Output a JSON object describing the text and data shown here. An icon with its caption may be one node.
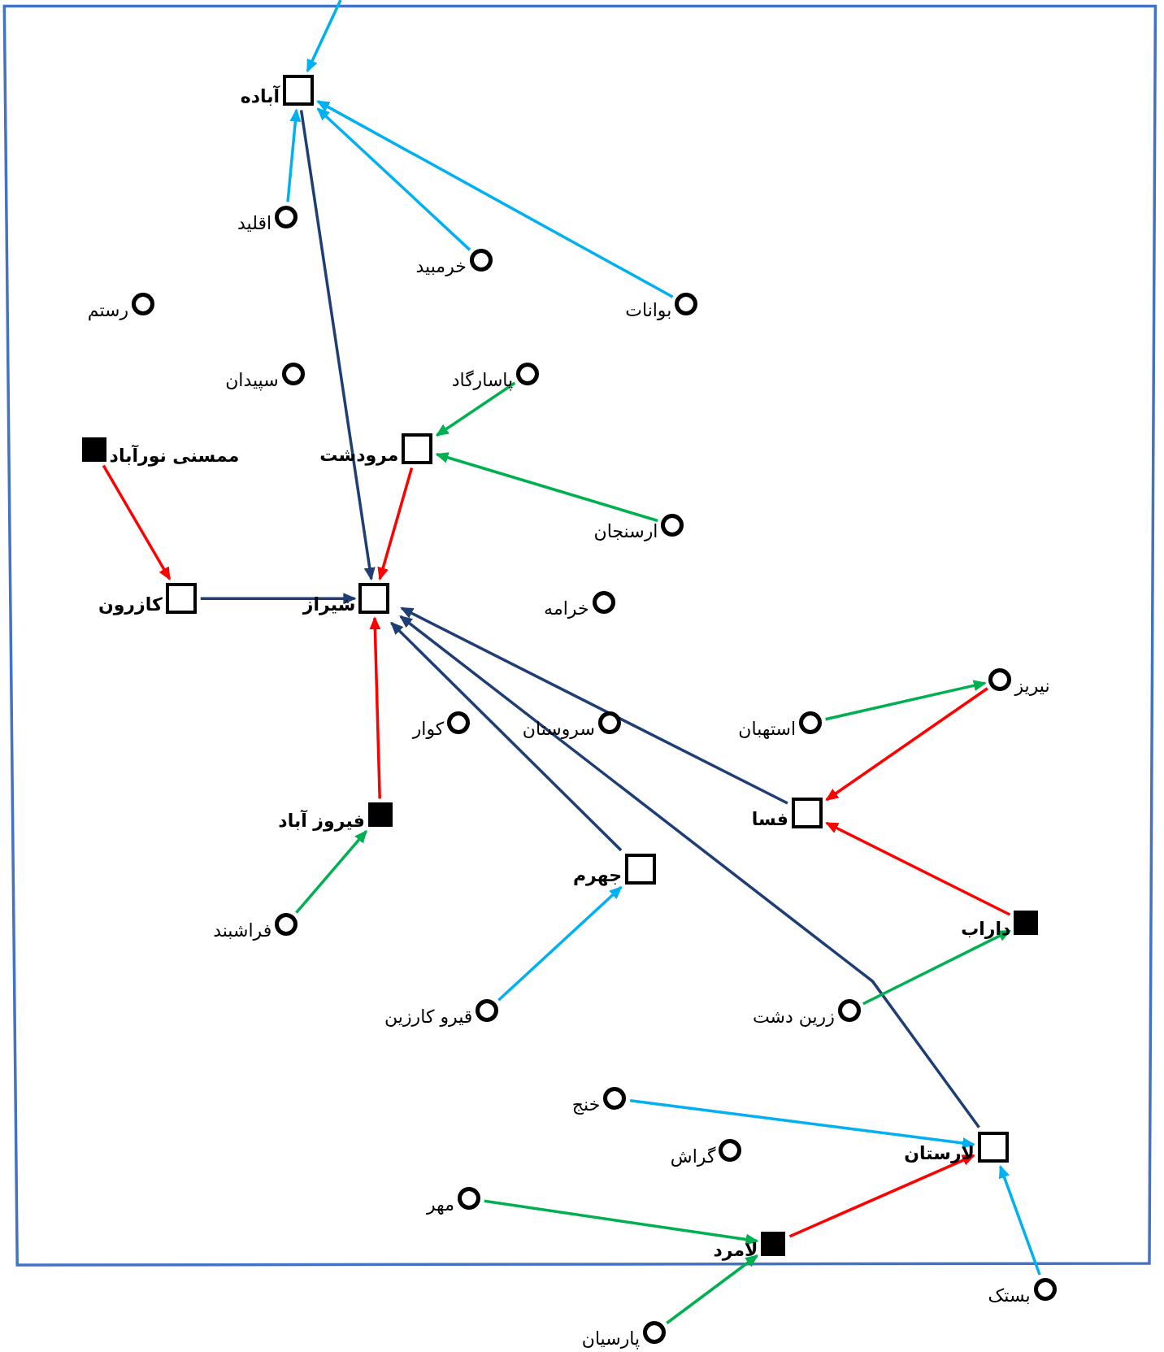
{
  "diagram": {
    "nodes": [
      {
        "text": [],
        "shape": "box",
        "beside": [
          "آباده"
        ]
      },
      {
        "text": [],
        "shape": "circle",
        "beside": [
          "اقلید"
        ]
      },
      {
        "text": [],
        "shape": "circle",
        "beside": [
          "خرمبید"
        ]
      },
      {
        "text": [],
        "shape": "circle",
        "beside": [
          "رستم"
        ]
      },
      {
        "text": [],
        "shape": "circle",
        "beside": [
          "بوانات"
        ]
      },
      {
        "text": [],
        "shape": "circle",
        "beside": [
          "سپیدان"
        ]
      },
      {
        "text": [],
        "shape": "circle",
        "beside": [
          "پاسارگاد"
        ]
      },
      {
        "text": [],
        "shape": "square",
        "beside": [
          "ممسنی نورآباد"
        ]
      },
      {
        "text": [],
        "shape": "box",
        "beside": [
          "مرودشت"
        ]
      },
      {
        "text": [],
        "shape": "circle",
        "beside": [
          "ارسنجان"
        ]
      },
      {
        "text": [],
        "shape": "box",
        "beside": [
          "کازرون"
        ]
      },
      {
        "text": [],
        "shape": "box",
        "beside": [
          "شیراز"
        ]
      },
      {
        "text": [],
        "shape": "circle",
        "beside": [
          "خرامه"
        ]
      },
      {
        "text": [],
        "shape": "circle",
        "beside": [
          "نیریز"
        ]
      },
      {
        "text": [],
        "shape": "circle",
        "beside": [
          "کوار"
        ]
      },
      {
        "text": [],
        "shape": "circle",
        "beside": [
          "سروستان"
        ]
      },
      {
        "text": [],
        "shape": "circle",
        "beside": [
          "استهبان"
        ]
      },
      {
        "text": [],
        "shape": "box",
        "beside": [
          "فسا"
        ]
      },
      {
        "text": [],
        "shape": "square",
        "beside": [
          "فیروز آباد"
        ]
      },
      {
        "text": [],
        "shape": "box",
        "beside": [
          "جهرم"
        ]
      },
      {
        "text": [],
        "shape": "square",
        "beside": [
          "داراب"
        ]
      },
      {
        "text": [],
        "shape": "circle",
        "beside": [
          "فراشبند"
        ]
      },
      {
        "text": [],
        "shape": "circle",
        "beside": [
          "قیرو کارزین"
        ]
      },
      {
        "text": [],
        "shape": "circle",
        "beside": [
          "زرین دشت"
        ]
      },
      {
        "text": [],
        "shape": "circle",
        "beside": [
          "خنج"
        ]
      },
      {
        "text": [],
        "shape": "box",
        "beside": [
          "لارستان"
        ]
      },
      {
        "text": [],
        "shape": "circle",
        "beside": [
          "گراش"
        ]
      },
      {
        "text": [],
        "shape": "circle",
        "beside": [
          "مهر"
        ]
      },
      {
        "text": [],
        "shape": "square",
        "beside": [
          "لامرد"
        ]
      },
      {
        "text": [],
        "shape": "circle",
        "beside": [
          "بستک"
        ]
      },
      {
        "text": [],
        "shape": "circle",
        "beside": [
          "پارسیان"
        ]
      }
    ],
    "edges": [
      {
        "from": null,
        "to": 0,
        "arrow": "to",
        "color": "#00b0f0"
      },
      {
        "from": 1,
        "to": 0,
        "arrow": "to",
        "color": "#00b0f0"
      },
      {
        "from": 2,
        "to": 0,
        "arrow": "to",
        "color": "#00b0f0"
      },
      {
        "from": 4,
        "to": 0,
        "arrow": "to",
        "color": "#00b0f0"
      },
      {
        "from": 0,
        "to": 11,
        "arrow": "to",
        "color": "#1f3e75"
      },
      {
        "from": 6,
        "to": 8,
        "arrow": "to",
        "color": "#00b050"
      },
      {
        "from": 9,
        "to": 8,
        "arrow": "to",
        "color": "#00b050"
      },
      {
        "from": 7,
        "to": 10,
        "arrow": "to",
        "color": "#ff0000"
      },
      {
        "from": 8,
        "to": 11,
        "arrow": "to",
        "color": "#ff0000"
      },
      {
        "from": 10,
        "to": 11,
        "arrow": "to",
        "color": "#1f3e75"
      },
      {
        "from": 17,
        "to": 11,
        "arrow": "to",
        "color": "#1f3e75"
      },
      {
        "from": 19,
        "to": 11,
        "arrow": "to",
        "color": "#1f3e75"
      },
      {
        "from": 25,
        "to": 11,
        "arrow": "to",
        "color": "#1f3e75"
      },
      {
        "from": 18,
        "to": 11,
        "arrow": "to",
        "color": "#ff0000"
      },
      {
        "from": 16,
        "to": 13,
        "arrow": "to",
        "color": "#00b050"
      },
      {
        "from": 13,
        "to": 17,
        "arrow": "to",
        "color": "#ff0000"
      },
      {
        "from": 20,
        "to": 17,
        "arrow": "to",
        "color": "#ff0000"
      },
      {
        "from": 21,
        "to": 18,
        "arrow": "to",
        "color": "#00b050"
      },
      {
        "from": 22,
        "to": 19,
        "arrow": "to",
        "color": "#00b0f0"
      },
      {
        "from": 23,
        "to": 20,
        "arrow": "to",
        "color": "#00b050"
      },
      {
        "from": 24,
        "to": 25,
        "arrow": "to",
        "color": "#00b0f0"
      },
      {
        "from": 27,
        "to": 28,
        "arrow": "to",
        "color": "#00b050"
      },
      {
        "from": 28,
        "to": 25,
        "arrow": "to",
        "color": "#ff0000"
      },
      {
        "from": 29,
        "to": 25,
        "arrow": "to",
        "color": "#00b0f0"
      },
      {
        "from": 30,
        "to": 28,
        "arrow": "to",
        "color": "#00b050"
      }
    ]
  }
}
